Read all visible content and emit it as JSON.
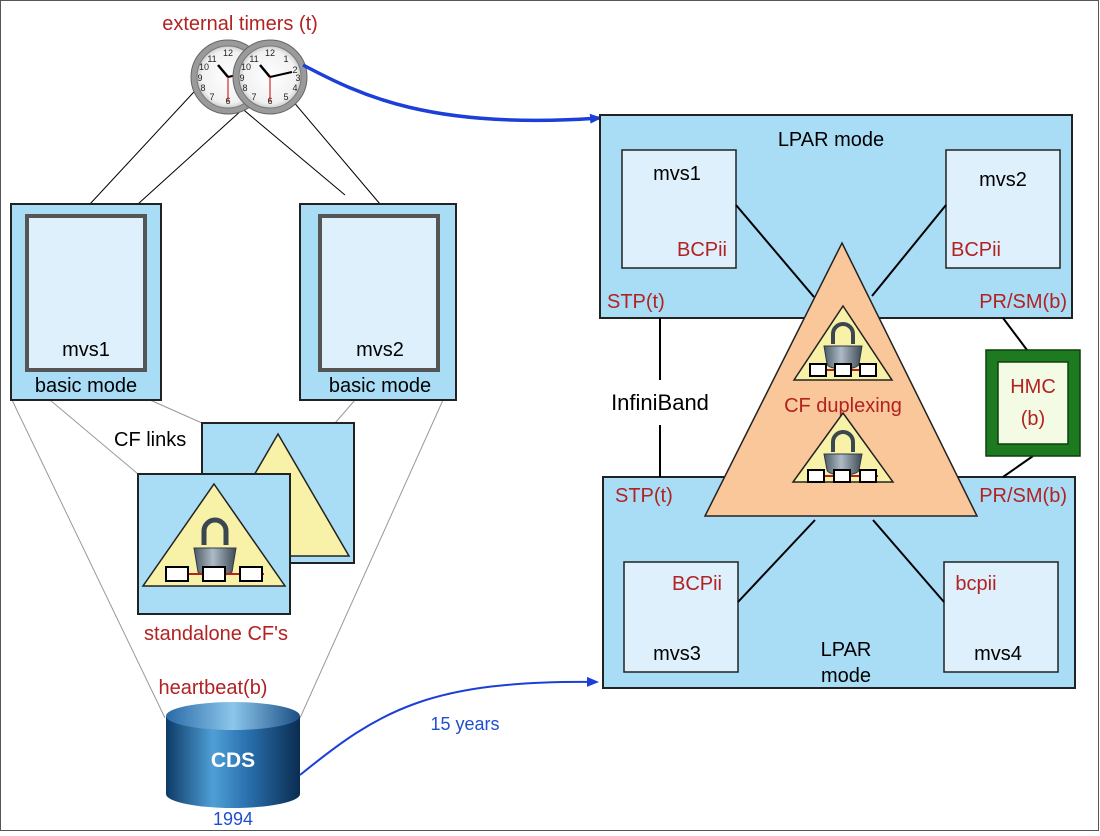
{
  "labels": {
    "external_timers": "external timers (t)",
    "left_sys1_name": "mvs1",
    "left_sys1_mode": "basic mode",
    "left_sys2_name": "mvs2",
    "left_sys2_mode": "basic mode",
    "cf_links": "CF links",
    "standalone_cfs": "standalone CF's",
    "heartbeat": "heartbeat(b)",
    "cds": "CDS",
    "year_1994": "1994",
    "fifteen_years": "15 years",
    "infiniband": "InfiniBand",
    "cf_duplexing": "CF duplexing",
    "hmc_line1": "HMC",
    "hmc_line2": "(b)"
  },
  "top_cec": {
    "title": "LPAR mode",
    "stp": "STP(t)",
    "prsm": "PR/SM(b)",
    "lpars": [
      {
        "name": "mvs1",
        "bcp": "BCPii"
      },
      {
        "name": "mvs2",
        "bcp": "BCPii"
      }
    ]
  },
  "bottom_cec": {
    "title_line1": "LPAR",
    "title_line2": "mode",
    "stp": "STP(t)",
    "prsm": "PR/SM(b)",
    "lpars": [
      {
        "name": "mvs3",
        "bcp": "BCPii"
      },
      {
        "name": "mvs4",
        "bcp": "bcpii"
      }
    ]
  },
  "colors": {
    "cec_fill": "#a9dcf5",
    "lpar_fill": "#ddf0fb",
    "cf_triangle": "#f8f2a8",
    "duplex_triangle": "#f9c79a",
    "hmc_frame": "#1e7a1e",
    "hmc_inner": "#f4fbe4",
    "label_red": "#b22222",
    "label_blue": "#1f4fd1",
    "arrow_blue": "#1c3fd8"
  }
}
